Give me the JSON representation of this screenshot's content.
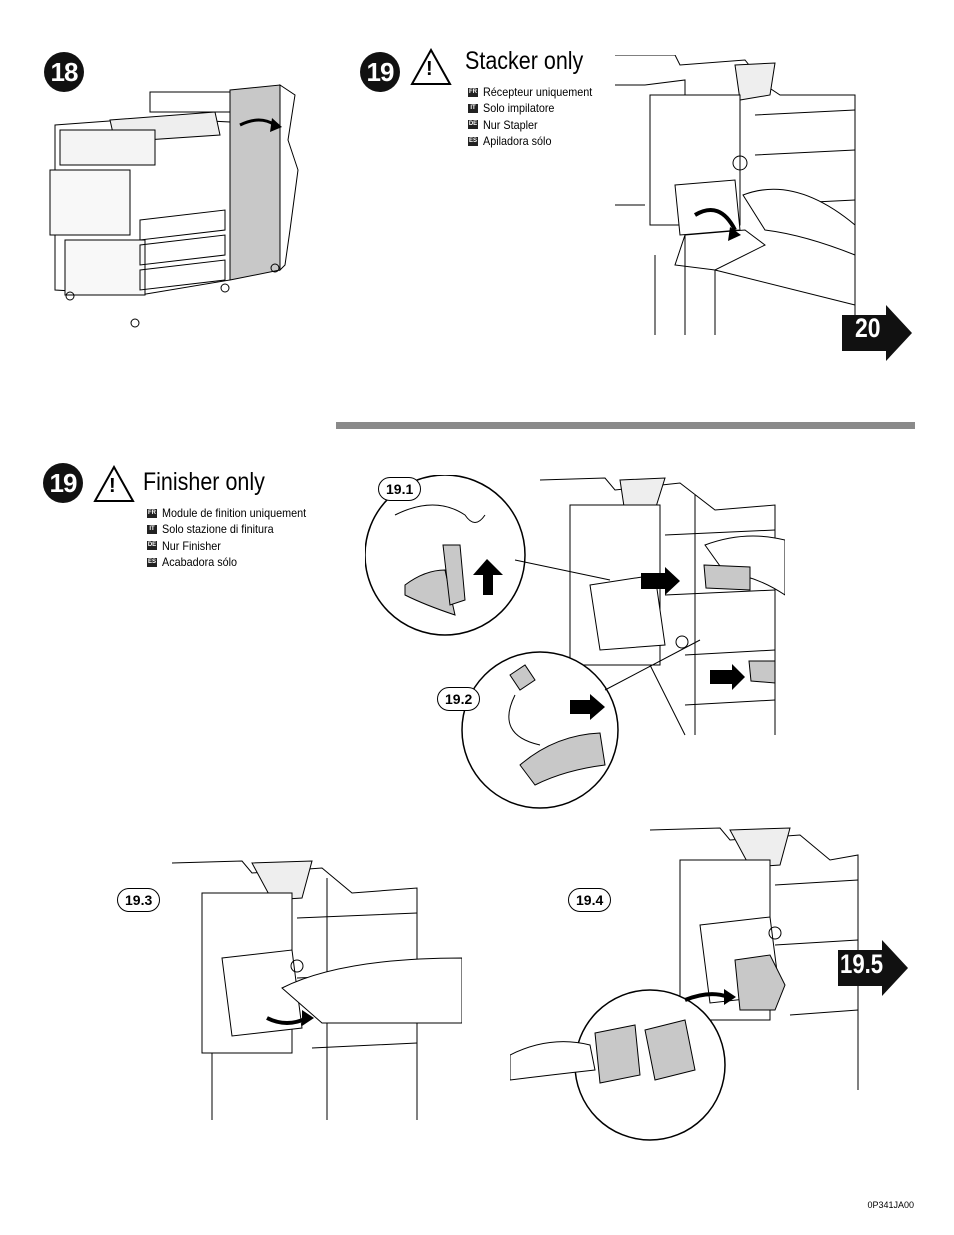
{
  "steps": {
    "s18": {
      "number": "18"
    },
    "s19_stacker": {
      "number": "19",
      "title": "Stacker only",
      "languages": [
        {
          "code": "FR",
          "text": "Récepteur uniquement"
        },
        {
          "code": "IT",
          "text": "Solo impilatore"
        },
        {
          "code": "DE",
          "text": "Nur Stapler"
        },
        {
          "code": "ES",
          "text": "Apiladora sólo"
        }
      ],
      "next": "20"
    },
    "s19_finisher": {
      "number": "19",
      "title": "Finisher only",
      "languages": [
        {
          "code": "FR",
          "text": "Module de finition uniquement"
        },
        {
          "code": "IT",
          "text": "Solo stazione di finitura"
        },
        {
          "code": "DE",
          "text": "Nur Finisher"
        },
        {
          "code": "ES",
          "text": "Acabadora sólo"
        }
      ],
      "substeps": [
        "19.1",
        "19.2",
        "19.3",
        "19.4"
      ],
      "next": "19.5"
    }
  },
  "warning_glyph": "!",
  "doc_code": "0P341JA00",
  "colors": {
    "badge": "#111111",
    "divider": "#8a8a8a",
    "panel": "#c8c8c8"
  }
}
